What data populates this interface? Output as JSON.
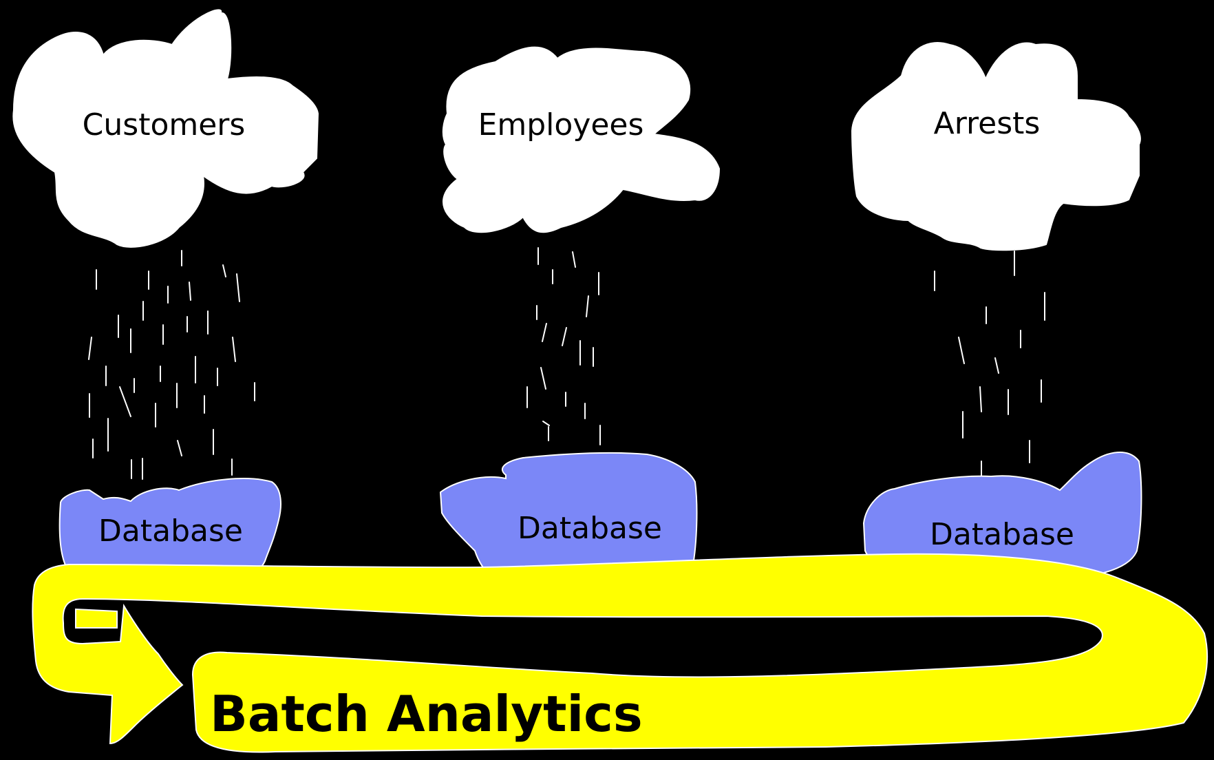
{
  "colors": {
    "background": "#000000",
    "cloud": "#ffffff",
    "database": "#7b87f7",
    "batch_loop": "#ffff00",
    "text": "#000000"
  },
  "sources": [
    {
      "name": "Customers",
      "store": "Database"
    },
    {
      "name": "Employees",
      "store": "Database"
    },
    {
      "name": "Arrests",
      "store": "Database"
    }
  ],
  "batch": {
    "label": "Batch Analytics"
  }
}
